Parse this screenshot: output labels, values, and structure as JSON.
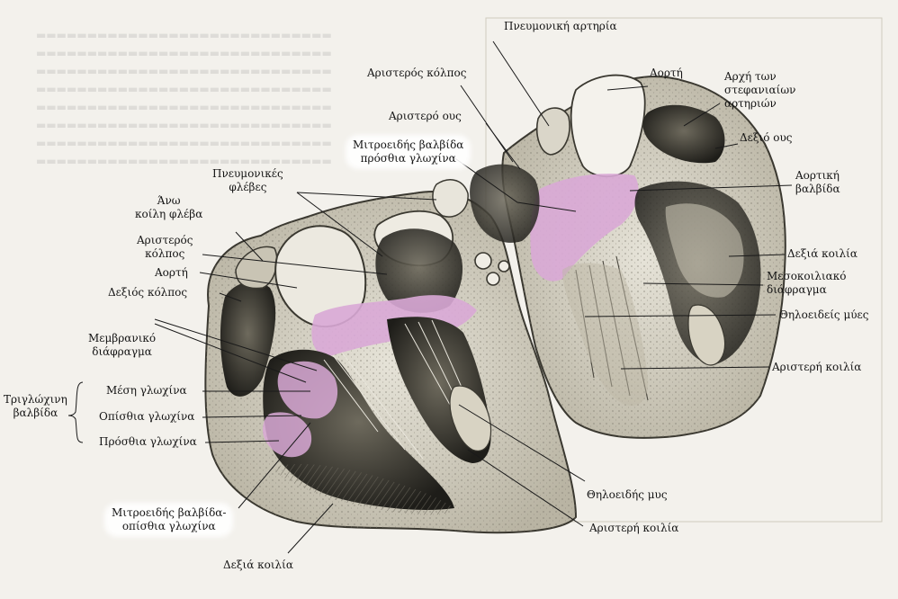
{
  "labels": {
    "pneumoniki_artiria": "Πνευμονική αρτηρία",
    "aristeros_kolpos_top": "Αριστερός κόλπος",
    "aorti_top": "Αορτή",
    "archi_stefaniaion_1": "Αρχή των",
    "archi_stefaniaion_2": "στεφανιαίων",
    "archi_stefaniaion_3": "αρτηριών",
    "aristero_ous": "Αριστερό ους",
    "mitroeidis_prosthia_1": "Μιτροειδής βαλβίδα",
    "mitroeidis_prosthia_2": "πρόσθια γλωχίνα",
    "dexio_ous": "Δεξιό ους",
    "pneumonikes_flebes_1": "Πνευμονικές",
    "pneumonikes_flebes_2": "φλέβες",
    "aortiki_valvida_1": "Αορτική",
    "aortiki_valvida_2": "βαλβίδα",
    "ano_koili_fleva_1": "Άνω",
    "ano_koili_fleva_2": "κοίλη φλέβα",
    "aristeros_kolpos_left_1": "Αριστερός",
    "aristeros_kolpos_left_2": "κόλπος",
    "dexia_koilia_right": "Δεξιά κοιλία",
    "aorti_left": "Αορτή",
    "mesokoiliako_1": "Μεσοκοιλιακό",
    "mesokoiliako_2": "διάφραγμα",
    "dexios_kolpos": "Δεξιός κόλπος",
    "thiloeideis_mies": "Θηλοειδείς μύες",
    "membraniko_1": "Μεμβρανικό",
    "membraniko_2": "διάφραγμα",
    "aristeri_koilia_right": "Αριστερή κοιλία",
    "triglochini_1": "Τριγλώχινη",
    "triglochini_2": "βαλβίδα",
    "mesi_glochina": "Μέση γλωχίνα",
    "opisthia_glochina": "Οπίσθια γλωχίνα",
    "prosthia_glochina": "Πρόσθια γλωχίνα",
    "thiloeidis_mis": "Θηλοειδής μυς",
    "mitroeidis_opisthia_1": "Μιτροειδής βαλβίδα-",
    "mitroeidis_opisthia_2": "οπίσθια γλωχίνα",
    "aristeri_koilia_bottom": "Αριστερή κοιλία",
    "dexia_koilia_bottom": "Δεξιά κοιλία"
  },
  "colors": {
    "paper": "#f3f1ec",
    "tissue": "#d9d5c8",
    "dark_tissue": "#3c3a33",
    "valve_pink": "#d9a9d6",
    "leader": "#1a1a1a"
  }
}
